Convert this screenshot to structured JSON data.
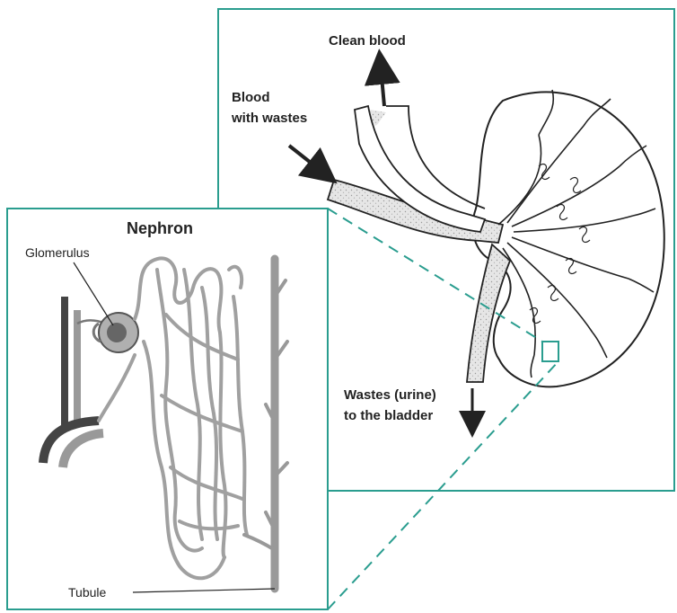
{
  "kidney": {
    "label_clean_blood": "Clean blood",
    "label_blood_with_wastes_line1": "Blood",
    "label_blood_with_wastes_line2": "with wastes",
    "label_wastes_line1": "Wastes (urine)",
    "label_wastes_line2": "to the bladder"
  },
  "nephron": {
    "title": "Nephron",
    "label_glomerulus": "Glomerulus",
    "label_tubule": "Tubule"
  },
  "colors": {
    "frame": "#2a9d8f",
    "vessel_fill": "#d9d9d9",
    "outline": "#222222",
    "nephron_gray": "#888888"
  }
}
